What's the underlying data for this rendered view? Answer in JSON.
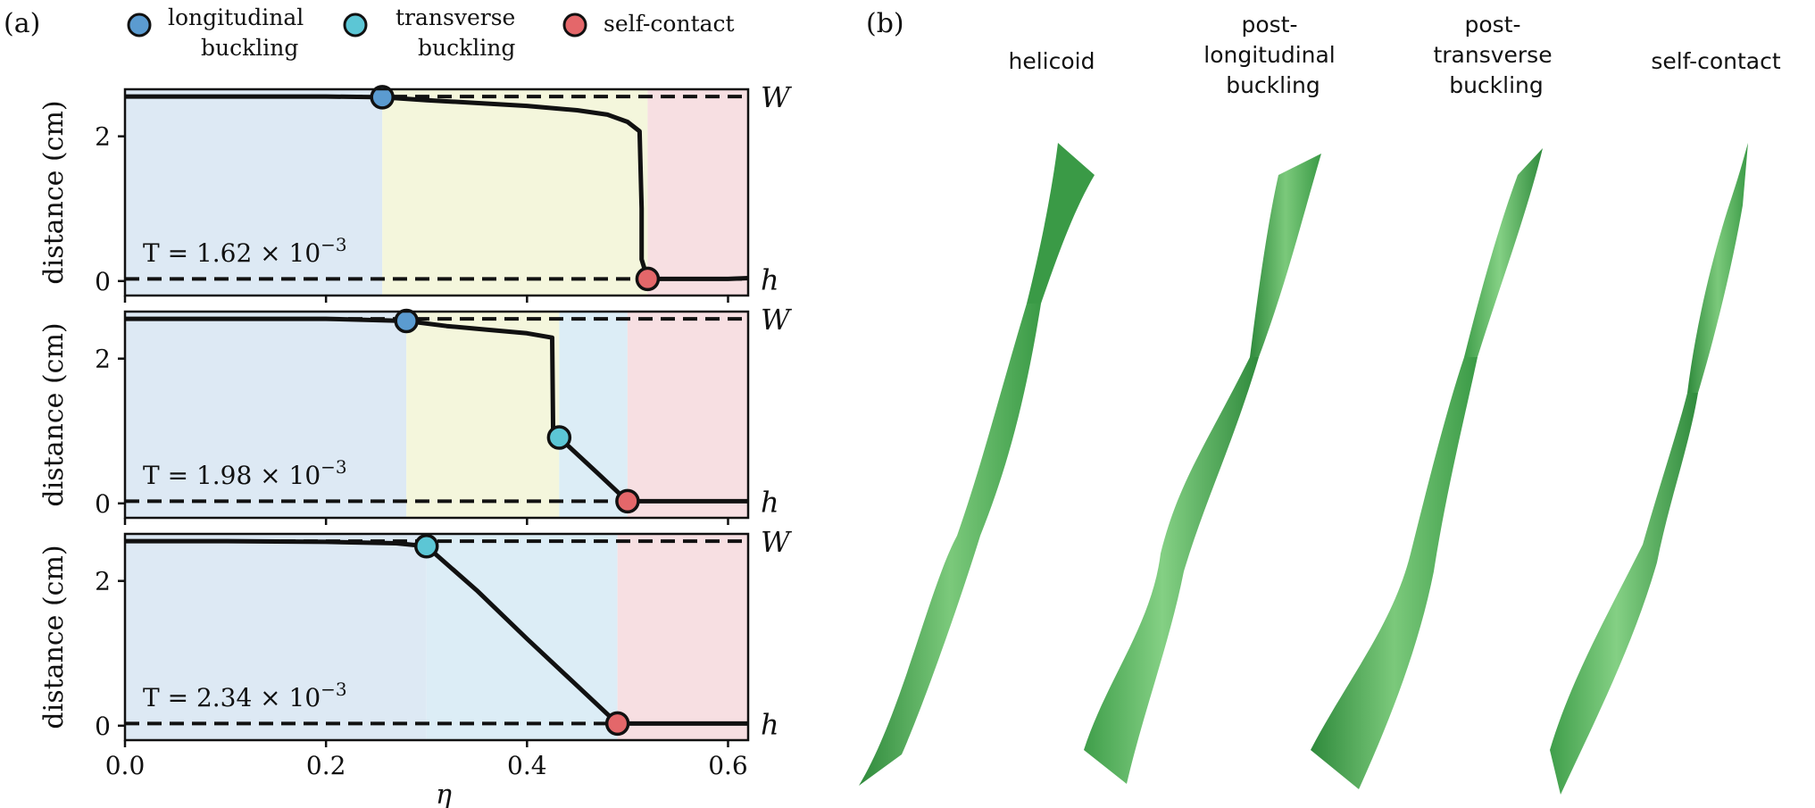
{
  "panel_labels": {
    "a": "(a)",
    "b": "(b)"
  },
  "legend": [
    {
      "label_line1": "longitudinal",
      "label_line2": "buckling",
      "color": "#5b9bd0"
    },
    {
      "label_line1": "transverse",
      "label_line2": "buckling",
      "color": "#5cc6d5"
    },
    {
      "label_line1": "self-contact",
      "label_line2": "",
      "color": "#e4676a"
    }
  ],
  "colors": {
    "helicoid_region": "#dde9f4",
    "post_longitudinal_region": "#f4f6dc",
    "post_transverse_region": "#dcedf6",
    "self_contact_region": "#f7dfe2",
    "ribbon_light": "#7bc97b",
    "ribbon_dark": "#2f8a3c"
  },
  "chart_data": [
    {
      "type": "line",
      "xlabel": "",
      "ylabel": "distance (cm)",
      "xlim": [
        0,
        0.62
      ],
      "ylim": [
        -0.2,
        2.65
      ],
      "yticks": [
        0,
        2
      ],
      "xticks": [
        0.0,
        0.2,
        0.4,
        0.6
      ],
      "annotation": "T = 1.62 × 10",
      "annotation_exp": "−3",
      "ref_lines": [
        {
          "y": 2.55,
          "label": "W"
        },
        {
          "y": 0.03,
          "label": "h"
        }
      ],
      "regions": [
        {
          "from": 0.0,
          "to": 0.256,
          "color": "#dde9f4"
        },
        {
          "from": 0.256,
          "to": 0.52,
          "color": "#f4f6dc"
        },
        {
          "from": 0.52,
          "to": 0.62,
          "color": "#f7dfe2"
        }
      ],
      "series": [
        {
          "x": [
            0.0,
            0.1,
            0.2,
            0.256,
            0.3,
            0.35,
            0.4,
            0.45,
            0.48,
            0.5,
            0.512,
            0.514,
            0.514,
            0.52,
            0.55,
            0.6,
            0.62
          ],
          "y": [
            2.55,
            2.55,
            2.55,
            2.54,
            2.5,
            2.46,
            2.42,
            2.36,
            2.3,
            2.2,
            2.07,
            1.0,
            0.3,
            0.03,
            0.03,
            0.03,
            0.04
          ]
        }
      ],
      "markers": [
        {
          "x": 0.256,
          "y": 2.54,
          "kind": "longitudinal",
          "color": "#5b9bd0"
        },
        {
          "x": 0.52,
          "y": 0.03,
          "kind": "self-contact",
          "color": "#e4676a"
        }
      ]
    },
    {
      "type": "line",
      "xlabel": "",
      "ylabel": "distance (cm)",
      "xlim": [
        0,
        0.62
      ],
      "ylim": [
        -0.2,
        2.65
      ],
      "yticks": [
        0,
        2
      ],
      "xticks": [
        0.0,
        0.2,
        0.4,
        0.6
      ],
      "annotation": "T = 1.98 × 10",
      "annotation_exp": "−3",
      "ref_lines": [
        {
          "y": 2.55,
          "label": "W"
        },
        {
          "y": 0.03,
          "label": "h"
        }
      ],
      "regions": [
        {
          "from": 0.0,
          "to": 0.28,
          "color": "#dde9f4"
        },
        {
          "from": 0.28,
          "to": 0.432,
          "color": "#f4f6dc"
        },
        {
          "from": 0.432,
          "to": 0.5,
          "color": "#dcedf6"
        },
        {
          "from": 0.5,
          "to": 0.62,
          "color": "#f7dfe2"
        }
      ],
      "series": [
        {
          "x": [
            0.0,
            0.1,
            0.2,
            0.28,
            0.32,
            0.36,
            0.4,
            0.425,
            0.426,
            0.432,
            0.47,
            0.5,
            0.55,
            0.6,
            0.62
          ],
          "y": [
            2.55,
            2.55,
            2.55,
            2.52,
            2.45,
            2.4,
            2.35,
            2.29,
            0.95,
            0.91,
            0.42,
            0.03,
            0.03,
            0.03,
            0.03
          ]
        }
      ],
      "markers": [
        {
          "x": 0.28,
          "y": 2.52,
          "kind": "longitudinal",
          "color": "#5b9bd0"
        },
        {
          "x": 0.432,
          "y": 0.91,
          "kind": "transverse",
          "color": "#5cc6d5"
        },
        {
          "x": 0.5,
          "y": 0.03,
          "kind": "self-contact",
          "color": "#e4676a"
        }
      ]
    },
    {
      "type": "line",
      "xlabel": "η",
      "ylabel": "distance (cm)",
      "xlim": [
        0,
        0.62
      ],
      "ylim": [
        -0.2,
        2.65
      ],
      "yticks": [
        0,
        2
      ],
      "xticks": [
        0.0,
        0.2,
        0.4,
        0.6
      ],
      "xticklabels": [
        "0.0",
        "0.2",
        "0.4",
        "0.6"
      ],
      "annotation": "T = 2.34 × 10",
      "annotation_exp": "−3",
      "ref_lines": [
        {
          "y": 2.55,
          "label": "W"
        },
        {
          "y": 0.03,
          "label": "h"
        }
      ],
      "regions": [
        {
          "from": 0.0,
          "to": 0.3,
          "color": "#dde9f4"
        },
        {
          "from": 0.3,
          "to": 0.49,
          "color": "#dcedf6"
        },
        {
          "from": 0.49,
          "to": 0.62,
          "color": "#f7dfe2"
        }
      ],
      "series": [
        {
          "x": [
            0.0,
            0.1,
            0.2,
            0.27,
            0.3,
            0.35,
            0.4,
            0.45,
            0.49,
            0.55,
            0.6,
            0.62
          ],
          "y": [
            2.55,
            2.55,
            2.54,
            2.52,
            2.48,
            1.87,
            1.2,
            0.55,
            0.03,
            0.03,
            0.03,
            0.03
          ]
        }
      ],
      "markers": [
        {
          "x": 0.3,
          "y": 2.48,
          "kind": "transverse",
          "color": "#5cc6d5"
        },
        {
          "x": 0.49,
          "y": 0.03,
          "kind": "self-contact",
          "color": "#e4676a"
        }
      ]
    }
  ],
  "ribbons": [
    {
      "title_lines": [
        "helicoid"
      ]
    },
    {
      "title_lines": [
        "post-",
        "longitudinal",
        "buckling"
      ]
    },
    {
      "title_lines": [
        "post-",
        "transverse",
        "buckling"
      ]
    },
    {
      "title_lines": [
        "self-contact"
      ]
    }
  ]
}
